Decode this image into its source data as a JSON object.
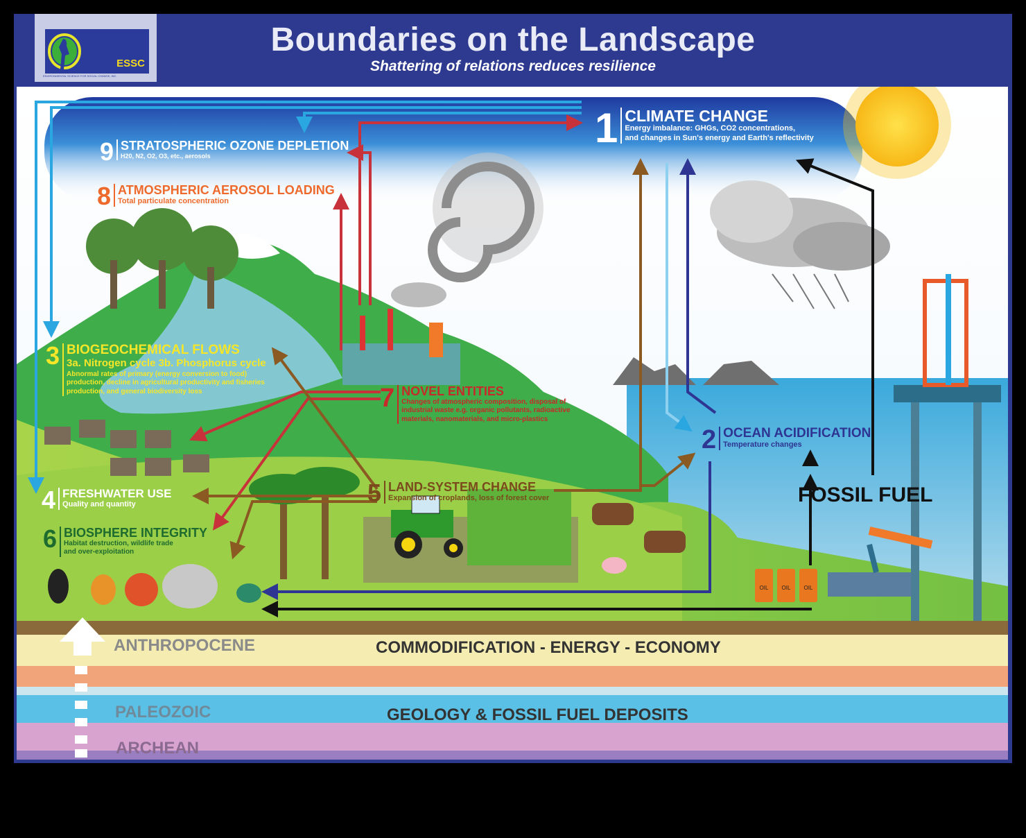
{
  "header": {
    "title": "Boundaries on the Landscape",
    "subtitle": "Shattering of relations reduces resilience",
    "logo": {
      "text": "ESSC",
      "tagline": "ENVIRONMENTAL SCIENCE FOR SOCIAL CHANGE, INC."
    }
  },
  "boundaries": [
    {
      "number": "1",
      "title": "CLIMATE CHANGE",
      "description": [
        "Energy imbalance: GHGs, CO2 concentrations,",
        "and changes in Sun's energy and Earth's reflectivity"
      ],
      "color": "#ffffff"
    },
    {
      "number": "2",
      "title": "OCEAN ACIDIFICATION",
      "description": [
        "Temperature changes"
      ],
      "color": "#2e3592"
    },
    {
      "number": "3",
      "title": "BIOGEOCHEMICAL FLOWS",
      "subtitle": "3a. Nitrogen cycle    3b. Phosphorus cycle",
      "description": [
        "Abnormal rates of primary (energy conversion to food)",
        "production, decline in agricultural productivity and fisheries",
        "production, and general biodiversity loss"
      ],
      "color": "#f5e62a"
    },
    {
      "number": "4",
      "title": "FRESHWATER USE",
      "description": [
        "Quality and quantity"
      ],
      "color": "#ffffff"
    },
    {
      "number": "5",
      "title": "LAND-SYSTEM CHANGE",
      "description": [
        "Expansion of croplands, loss of forest cover"
      ],
      "color": "#7a4a1c"
    },
    {
      "number": "6",
      "title": "BIOSPHERE INTEGRITY",
      "description": [
        "Habitat destruction, wildlife trade",
        "and over-exploitation"
      ],
      "color": "#1d6b2e"
    },
    {
      "number": "7",
      "title": "NOVEL ENTITIES",
      "description": [
        "Changes of atmospheric composition, disposal of",
        "industrial waste e.g. organic pollutants, radioactive",
        "materials, nanomaterials, and micro-plastics"
      ],
      "color": "#c62a2a"
    },
    {
      "number": "8",
      "title": "ATMOSPHERIC AEROSOL LOADING",
      "description": [
        "Total particulate concentration"
      ],
      "color": "#ee6a2c"
    },
    {
      "number": "9",
      "title": "STRATOSPHERIC OZONE DEPLETION",
      "description": [
        "H20, N2, O2, O3, etc., aerosols"
      ],
      "color": "#ffffff"
    }
  ],
  "fossil_fuel": {
    "label": "FOSSIL FUEL",
    "barrel_label": "OIL"
  },
  "strata": {
    "anthropocene": "ANTHROPOCENE",
    "economy": "COMMODIFICATION - ENERGY - ECONOMY",
    "paleozoic": "PALEOZOIC",
    "geology": "GEOLOGY & FOSSIL FUEL DEPOSITS",
    "archean": "ARCHEAN"
  },
  "colors": {
    "header_bg": "#2e3a8f",
    "arrow_red": "#c8323a",
    "arrow_brown": "#8a5a22",
    "arrow_blue": "#2e3592",
    "arrow_light_blue": "#2aa7e0",
    "arrow_black": "#111111"
  }
}
